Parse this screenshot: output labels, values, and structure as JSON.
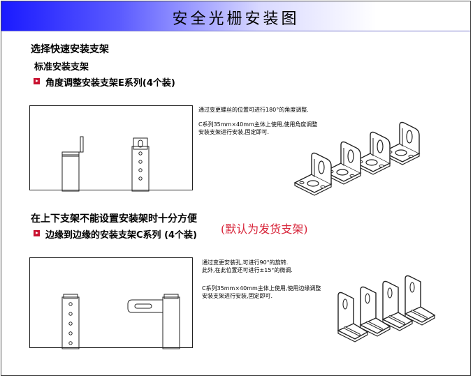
{
  "header": {
    "title": "安全光栅安装图"
  },
  "section1": {
    "heading": "选择快速安装支架",
    "subheading": "标准安装支架",
    "item_title": "角度调整安装支架E系列(4个装)",
    "desc_line1": "通过变更螺丝的位置可进行180°的角度调整.",
    "desc_line2": "C系列35mm×40mm主体上使用,使用角度调整",
    "desc_line3": "安装支架进行安装,固定即可."
  },
  "section2": {
    "heading": "在上下支架不能设置安装架时十分方便",
    "default_note": "(默认为发货支架)",
    "item_title": "边缘到边缘的安装支架C系列 (4个装)",
    "desc_line1": "通过变更安装孔,可进行90°的旋转.",
    "desc_line2": "此外,在此位置还可进行±15°的微调.",
    "desc_line3": "C系列35mm×40mm主体上使用,使用边缘调整",
    "desc_line4": "安装支架进行安装,固定即可."
  },
  "colors": {
    "header_blue": "#1a1aff",
    "bullet_red": "#c8102e",
    "note_red": "#d8253a"
  }
}
